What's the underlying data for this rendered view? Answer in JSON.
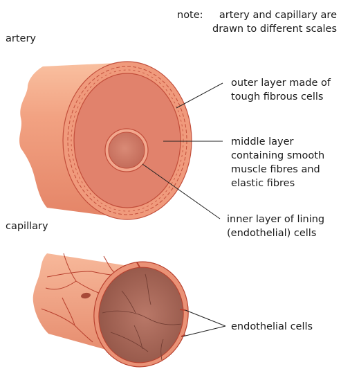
{
  "note": {
    "prefix": "note:",
    "line1": "artery and capillary are",
    "line2": "drawn to different scales"
  },
  "section_titles": {
    "artery": "artery",
    "capillary": "capillary"
  },
  "artery_labels": {
    "outer": [
      "outer layer made of",
      "tough fibrous cells"
    ],
    "middle": [
      "middle layer",
      "containing smooth",
      "muscle fibres and",
      "elastic fibres"
    ],
    "inner": [
      "inner layer of lining",
      "(endothelial) cells"
    ]
  },
  "capillary_labels": {
    "endothelial": "endothelial cells"
  },
  "colors": {
    "tube_light": "#f6b08f",
    "tube_mid": "#ea8d70",
    "tube_dark": "#d46a55",
    "outline": "#b8402e",
    "middle_layer": "#e1826c",
    "lumen": "#c8715f",
    "capillary_inner": "#9a5a4c"
  }
}
